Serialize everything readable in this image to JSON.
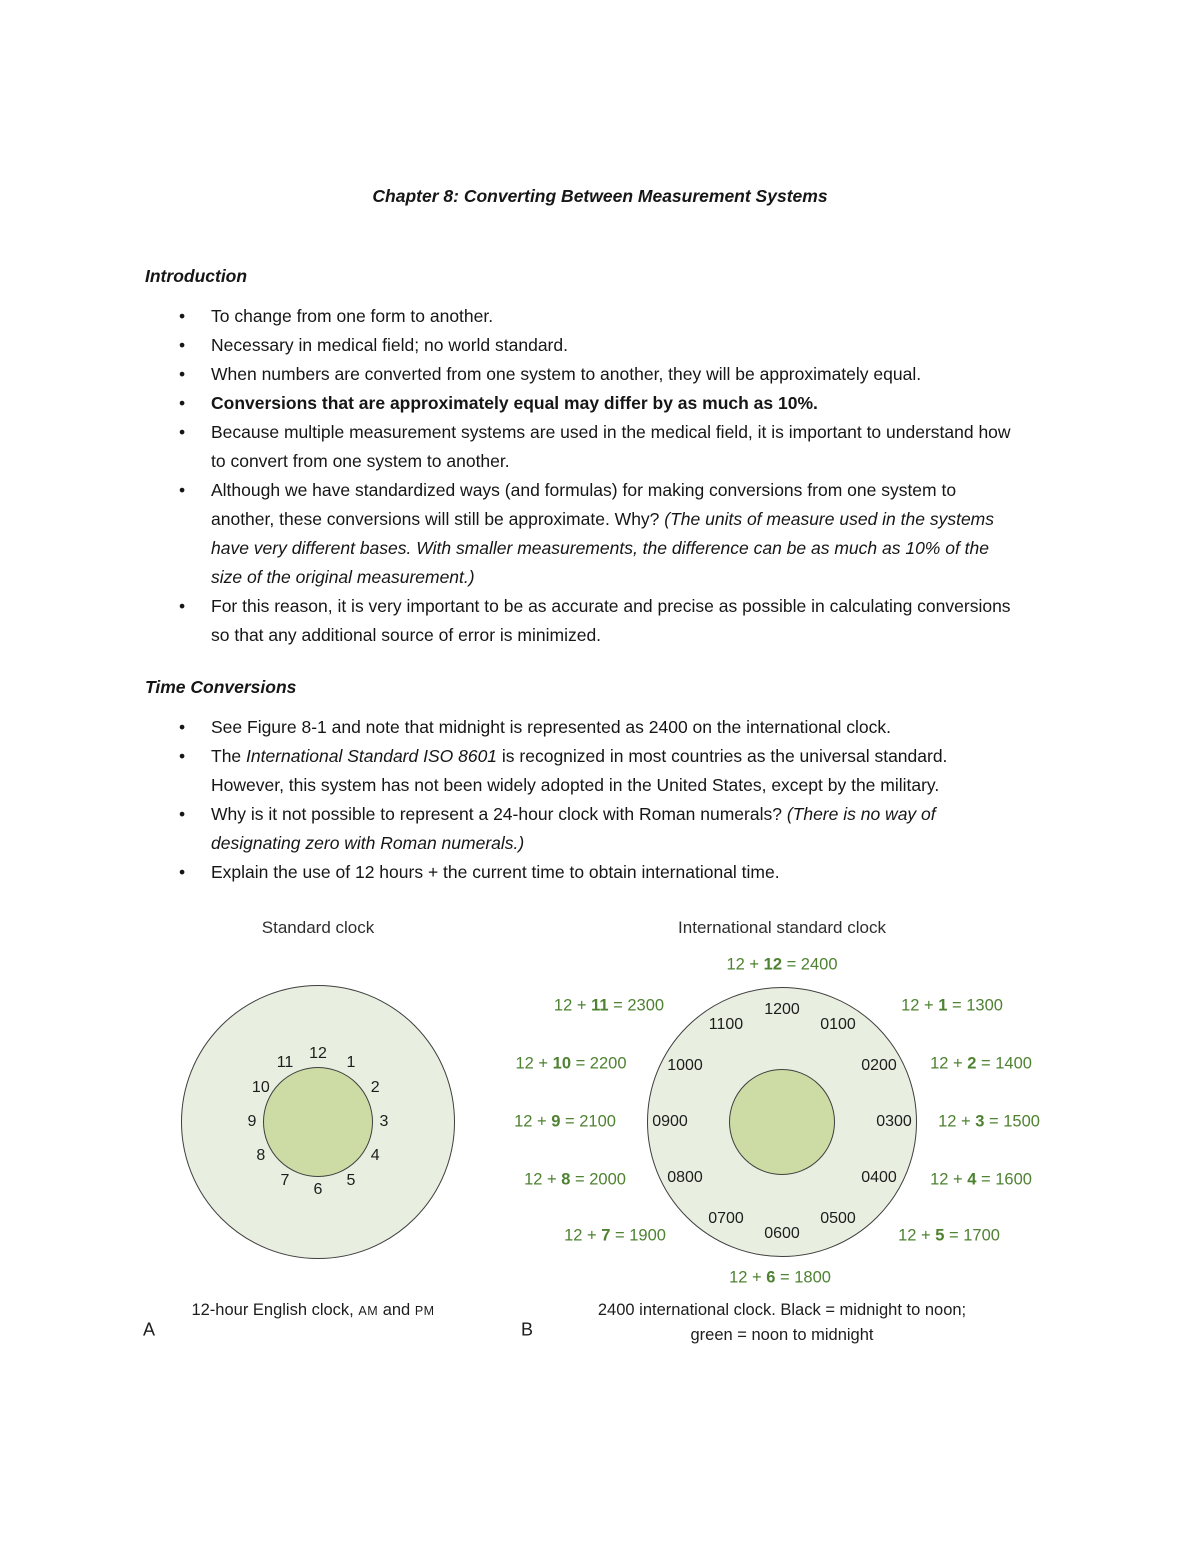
{
  "title": "Chapter 8: Converting Between Measurement Systems",
  "sections": [
    {
      "heading": "Introduction",
      "bullets": [
        [
          {
            "text": "To change from one form to another.",
            "style": "normal"
          }
        ],
        [
          {
            "text": "Necessary in medical field; no world standard.",
            "style": "normal"
          }
        ],
        [
          {
            "text": "When numbers are converted from one system to another, they will be approximately equal.",
            "style": "normal"
          }
        ],
        [
          {
            "text": "Conversions that are approximately equal may differ by as much as 10%.",
            "style": "bold"
          }
        ],
        [
          {
            "text": "Because multiple measurement systems are used in the medical field, it is important to understand how to convert from one system to another.",
            "style": "normal"
          }
        ],
        [
          {
            "text": "Although we have standardized ways (and formulas) for making conversions from one system to another, these conversions will still be approximate. Why? ",
            "style": "normal"
          },
          {
            "text": "(The units of measure used in the systems have very different bases. With smaller measurements, the difference can be as much as 10% of the size of the original measurement.)",
            "style": "italic"
          }
        ],
        [
          {
            "text": "For this reason, it is very important to be as accurate and precise as possible in calculating conversions so that any additional source of error is minimized.",
            "style": "normal"
          }
        ]
      ]
    },
    {
      "heading": "Time Conversions",
      "bullets": [
        [
          {
            "text": "See Figure 8-1 and note that midnight is represented as 2400 on the international clock.",
            "style": "normal"
          }
        ],
        [
          {
            "text": "The ",
            "style": "normal"
          },
          {
            "text": "International Standard ISO 8601",
            "style": "italic"
          },
          {
            "text": " is recognized in most countries as the universal standard. However, this system has not been widely adopted in the United States, except by the military.",
            "style": "normal"
          }
        ],
        [
          {
            "text": "Why is it not possible to represent a 24-hour clock with Roman numerals? ",
            "style": "normal"
          },
          {
            "text": "(There is no way of designating zero with Roman numerals.)",
            "style": "italic"
          }
        ],
        [
          {
            "text": "Explain the use of 12 hours + the current time to obtain international time.",
            "style": "normal"
          }
        ]
      ]
    }
  ],
  "figure": {
    "standard_clock": {
      "title": "Standard clock",
      "numbers": [
        "12",
        "1",
        "2",
        "3",
        "4",
        "5",
        "6",
        "7",
        "8",
        "9",
        "10",
        "11"
      ],
      "caption_parts": [
        "12-hour English clock, ",
        "AM",
        " and ",
        "PM"
      ],
      "label": "A"
    },
    "international_clock": {
      "title": "International standard clock",
      "hours": [
        "1200",
        "0100",
        "0200",
        "0300",
        "0400",
        "0500",
        "0600",
        "0700",
        "0800",
        "0900",
        "1000",
        "1100"
      ],
      "equations": [
        {
          "pre": "12 + ",
          "num": "12",
          "post": " = 2400"
        },
        {
          "pre": "12 + ",
          "num": "1",
          "post": " = 1300"
        },
        {
          "pre": "12 + ",
          "num": "2",
          "post": " = 1400"
        },
        {
          "pre": "12 + ",
          "num": "3",
          "post": " = 1500"
        },
        {
          "pre": "12 + ",
          "num": "4",
          "post": " = 1600"
        },
        {
          "pre": "12 + ",
          "num": "5",
          "post": " = 1700"
        },
        {
          "pre": "12 + ",
          "num": "6",
          "post": " = 1800"
        },
        {
          "pre": "12 + ",
          "num": "7",
          "post": " = 1900"
        },
        {
          "pre": "12 + ",
          "num": "8",
          "post": " = 2000"
        },
        {
          "pre": "12 + ",
          "num": "9",
          "post": " = 2100"
        },
        {
          "pre": "12 + ",
          "num": "10",
          "post": " = 2200"
        },
        {
          "pre": "12 + ",
          "num": "11",
          "post": " = 2300"
        }
      ],
      "caption_line1": "2400 international clock. Black = midnight to noon;",
      "caption_line2": "green = noon to midnight",
      "label": "B"
    }
  },
  "colors": {
    "green_text": "#4e8231",
    "clock_outer_fill": "#e8eee0",
    "clock_inner_fill": "#ccdca4"
  }
}
